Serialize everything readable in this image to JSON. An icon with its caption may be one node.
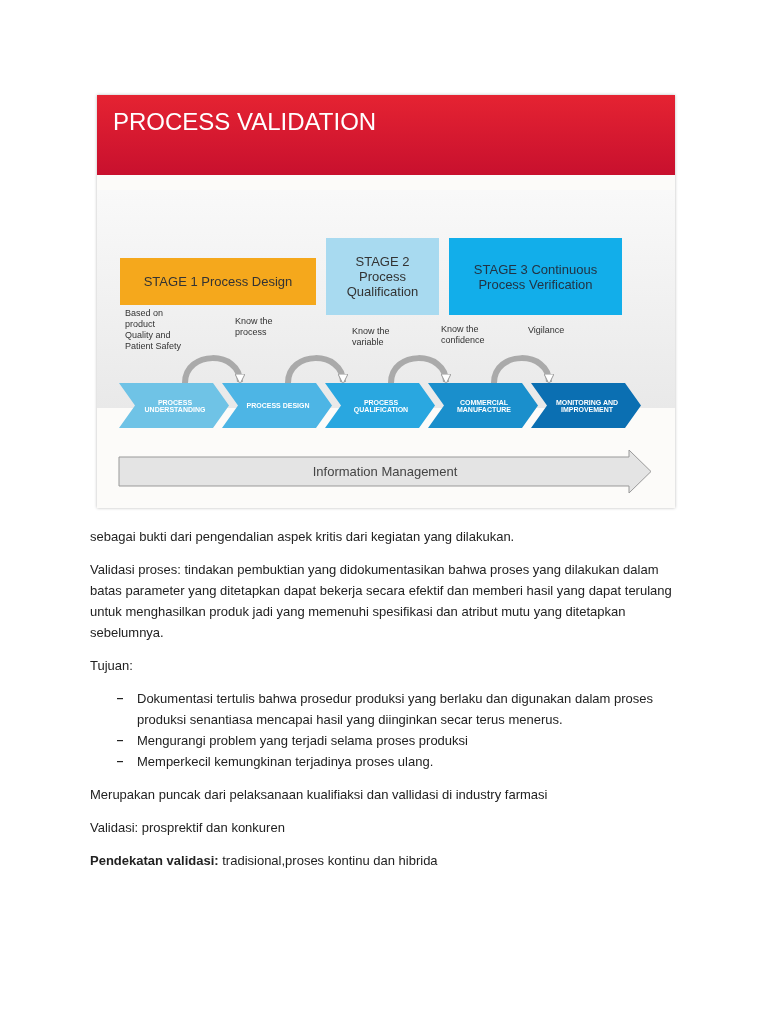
{
  "diagram": {
    "title": "PROCESS VALIDATION",
    "nodes": [
      {
        "text": [
          "STAGE 1 Process Design"
        ]
      },
      {
        "text": [
          "STAGE 2 Process Qualification"
        ]
      },
      {
        "text": [
          "STAGE 3 Continuous Process Verification"
        ]
      },
      {
        "text": [
          "PROCESS UNDERSTANDING"
        ]
      },
      {
        "text": [
          "PROCESS DESIGN"
        ]
      },
      {
        "text": [
          "PROCESS QUALIFICATION"
        ]
      },
      {
        "text": [
          "COMMERCIAL MANUFACTURE"
        ]
      },
      {
        "text": [
          "MONITORING AND IMPROVEMENT"
        ]
      },
      {
        "text": [
          "Information Management"
        ]
      }
    ],
    "edges": [
      {
        "from": 3,
        "to": 4,
        "arrow": "to",
        "label": "Know the process"
      },
      {
        "from": 4,
        "to": 5,
        "arrow": "to",
        "label": "Know the variable"
      },
      {
        "from": 5,
        "to": 6,
        "arrow": "to",
        "label": "Know the confidence"
      },
      {
        "from": 6,
        "to": 7,
        "arrow": "to",
        "label": "Vigilance"
      }
    ],
    "labels": [
      "Based on product Quality and Patient Safety",
      "sebagai bukti dari pengendalian aspek kritis dari kegiatan yang dilakukan.",
      "Validasi proses: tindakan pembuktian yang didokumentasikan bahwa proses yang  dilakukan dalam batas parameter yang ditetapkan dapat bekerja secara efektif dan memberi hasil yang dapat terulang untuk menghasilkan produk jadi yang memenuhi spesifikasi dan atribut mutu yang ditetapkan sebelumnya.",
      "Tujuan:",
      "Dokumentasi tertulis bahwa prosedur produksi yang berlaku dan digunakan dalam proses produksi  senantiasa mencapai hasil yang diinginkan secar terus menerus.",
      "Mengurangi problem yang terjadi selama proses produksi",
      "Memperkecil kemungkinan terjadinya proses ulang.",
      "Merupakan puncak dari pelaksanaan kualifiaksi dan vallidasi di industry farmasi",
      "Validasi: prosprektif dan konkuren",
      "**Pendekatan validasi:** tradisional,proses kontinu dan hibrida"
    ]
  }
}
